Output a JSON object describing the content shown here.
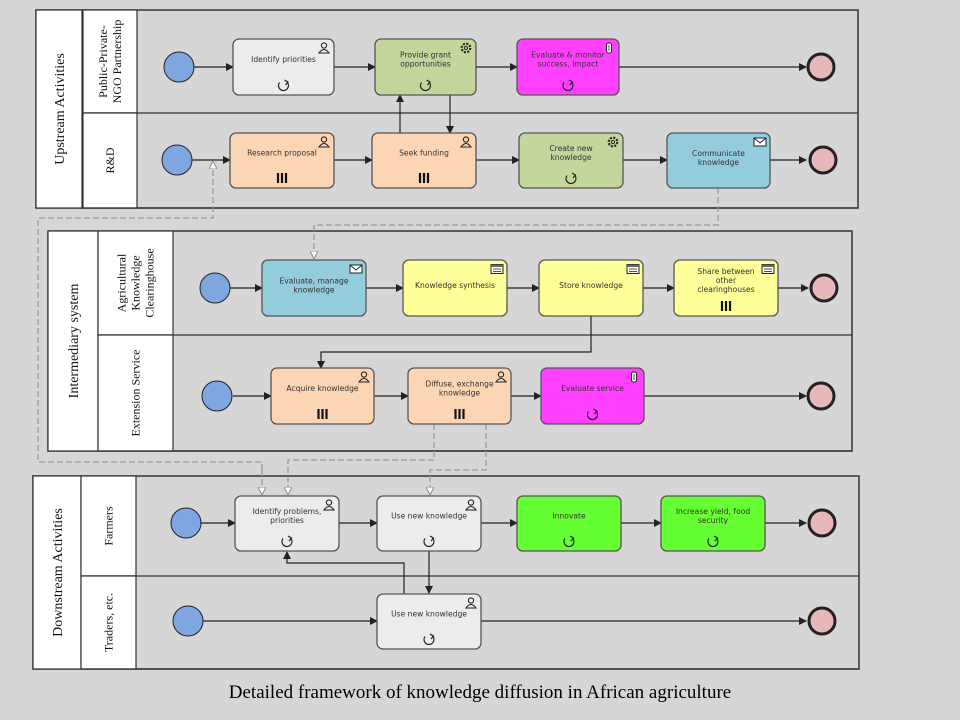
{
  "caption": "Detailed framework of knowledge diffusion in African agriculture",
  "colors": {
    "start_event": "#7ea6e0",
    "end_event": "#e8b7b7",
    "gray_task": "#ececec",
    "green_task": "#c3d69b",
    "magenta_task": "#ff40ff",
    "orange_task": "#fcd5b5",
    "blue_task": "#93cddd",
    "yellow_task": "#ffff99",
    "bright_green_task": "#66ff33"
  },
  "pools": [
    {
      "id": "upstream",
      "title": "Upstream Activities",
      "lanes": [
        {
          "id": "ppp",
          "title": [
            "Public-Private-",
            "NGO Partnership"
          ]
        },
        {
          "id": "rd",
          "title": [
            "R&D"
          ]
        }
      ]
    },
    {
      "id": "intermediary",
      "title": "Intermediary system",
      "lanes": [
        {
          "id": "akc",
          "title": [
            "Agricultural",
            "Knowledge",
            "Clearinghouse"
          ]
        },
        {
          "id": "ext",
          "title": [
            "Extension Service"
          ]
        }
      ]
    },
    {
      "id": "downstream",
      "title": "Downstream Activities",
      "lanes": [
        {
          "id": "farmers",
          "title": [
            "Farmers"
          ]
        },
        {
          "id": "traders",
          "title": [
            "Traders, etc."
          ]
        }
      ]
    }
  ],
  "tasks": [
    {
      "id": "t1",
      "label": [
        "Identify priorities"
      ],
      "color": "gray_task",
      "type": "user-icon",
      "marker": "loop-icon"
    },
    {
      "id": "t2",
      "label": [
        "Provide grant",
        "opportunities"
      ],
      "color": "green_task",
      "type": "gear-icon",
      "marker": "loop-icon"
    },
    {
      "id": "t3",
      "label": [
        "Evaluate & monitor",
        "success, impact"
      ],
      "color": "magenta_task",
      "type": "script-icon",
      "marker": "loop-icon"
    },
    {
      "id": "t4",
      "label": [
        "Research proposal"
      ],
      "color": "orange_task",
      "type": "user-icon",
      "marker": "parallel-icon"
    },
    {
      "id": "t5",
      "label": [
        "Seek funding"
      ],
      "color": "orange_task",
      "type": "user-icon",
      "marker": "parallel-icon"
    },
    {
      "id": "t6",
      "label": [
        "Create new",
        "knowledge"
      ],
      "color": "green_task",
      "type": "gear-icon",
      "marker": "loop-icon"
    },
    {
      "id": "t7",
      "label": [
        "Communicate",
        "knowledge"
      ],
      "color": "blue_task",
      "type": "envelope-icon",
      "marker": ""
    },
    {
      "id": "t8",
      "label": [
        "Evaluate, manage",
        "knowledge"
      ],
      "color": "blue_task",
      "type": "envelope-icon",
      "marker": ""
    },
    {
      "id": "t9",
      "label": [
        "Knowledge synthesis"
      ],
      "color": "yellow_task",
      "type": "rule-icon",
      "marker": ""
    },
    {
      "id": "t10",
      "label": [
        "Store knowledge"
      ],
      "color": "yellow_task",
      "type": "rule-icon",
      "marker": ""
    },
    {
      "id": "t11",
      "label": [
        "Share between",
        "other",
        "clearinghouses"
      ],
      "color": "yellow_task",
      "type": "rule-icon",
      "marker": "parallel-icon"
    },
    {
      "id": "t12",
      "label": [
        "Acquire knowledge"
      ],
      "color": "orange_task",
      "type": "user-icon",
      "marker": "parallel-icon"
    },
    {
      "id": "t13",
      "label": [
        "Diffuse, exchange",
        "knowledge"
      ],
      "color": "orange_task",
      "type": "user-icon",
      "marker": "parallel-icon"
    },
    {
      "id": "t14",
      "label": [
        "Evaluate service"
      ],
      "color": "magenta_task",
      "type": "script-icon",
      "marker": "loop-icon"
    },
    {
      "id": "t15",
      "label": [
        "Identify problems,",
        "priorities"
      ],
      "color": "gray_task",
      "type": "user-icon",
      "marker": "loop-icon"
    },
    {
      "id": "t16",
      "label": [
        "Use new knowledge"
      ],
      "color": "gray_task",
      "type": "user-icon",
      "marker": "loop-icon"
    },
    {
      "id": "t17",
      "label": [
        "Innovate"
      ],
      "color": "bright_green_task",
      "type": "",
      "marker": "loop-icon"
    },
    {
      "id": "t18",
      "label": [
        "Increase yield, food",
        "security"
      ],
      "color": "bright_green_task",
      "type": "",
      "marker": "loop-icon"
    },
    {
      "id": "t19",
      "label": [
        "Use new knowledge"
      ],
      "color": "gray_task",
      "type": "user-icon",
      "marker": "loop-icon"
    }
  ]
}
